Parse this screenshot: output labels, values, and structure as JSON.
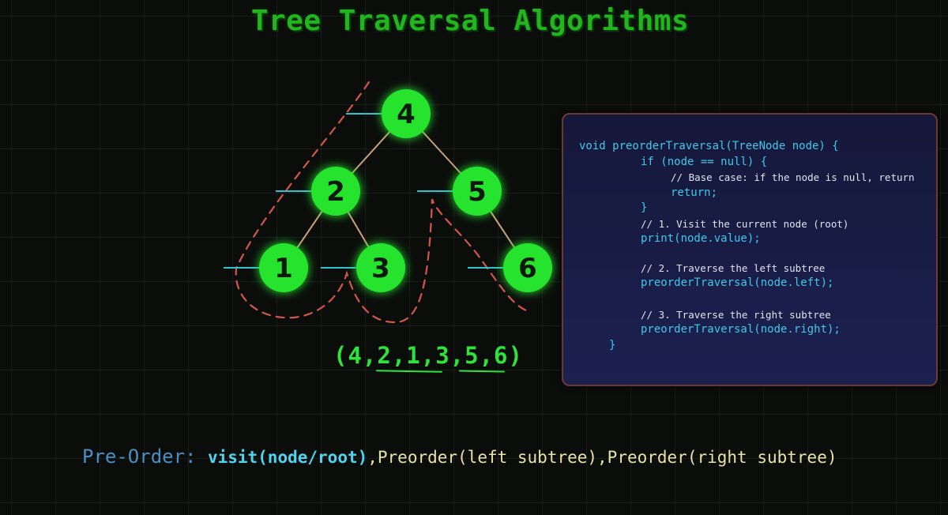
{
  "title": "Tree Traversal Algorithms",
  "tree": {
    "nodes": [
      {
        "id": "n4",
        "label": "4"
      },
      {
        "id": "n2",
        "label": "2"
      },
      {
        "id": "n5",
        "label": "5"
      },
      {
        "id": "n1",
        "label": "1"
      },
      {
        "id": "n3",
        "label": "3"
      },
      {
        "id": "n6",
        "label": "6"
      }
    ],
    "edges": [
      {
        "from": "n4",
        "to": "n2"
      },
      {
        "from": "n4",
        "to": "n5"
      },
      {
        "from": "n2",
        "to": "n1"
      },
      {
        "from": "n2",
        "to": "n3"
      },
      {
        "from": "n5",
        "to": "n6"
      }
    ]
  },
  "traversal_sequence": "(4,2,1,3,5,6)",
  "code": {
    "lines": [
      "void preorderTraversal(TreeNode node) {",
      "if (node == null) {",
      "// Base case: if the node is null, return",
      "return;",
      "}",
      "// 1. Visit the current node (root)",
      "print(node.value);",
      "// 2. Traverse the left subtree",
      "preorderTraversal(node.left);",
      "// 3. Traverse the right subtree",
      "preorderTraversal(node.right);",
      "}"
    ]
  },
  "formula": {
    "label": "Pre-Order: ",
    "visit": "visit(node/root)",
    "rest": ",Preorder(left subtree),Preorder(right subtree)"
  },
  "colors": {
    "node_fill": "#27e32f",
    "edge": "#c9a27a",
    "dashed_path": "#d2574a",
    "stub": "#2ec4cf",
    "title": "#23b51f",
    "code_text": "#3fc8ec",
    "sequence": "#2fe33a"
  }
}
